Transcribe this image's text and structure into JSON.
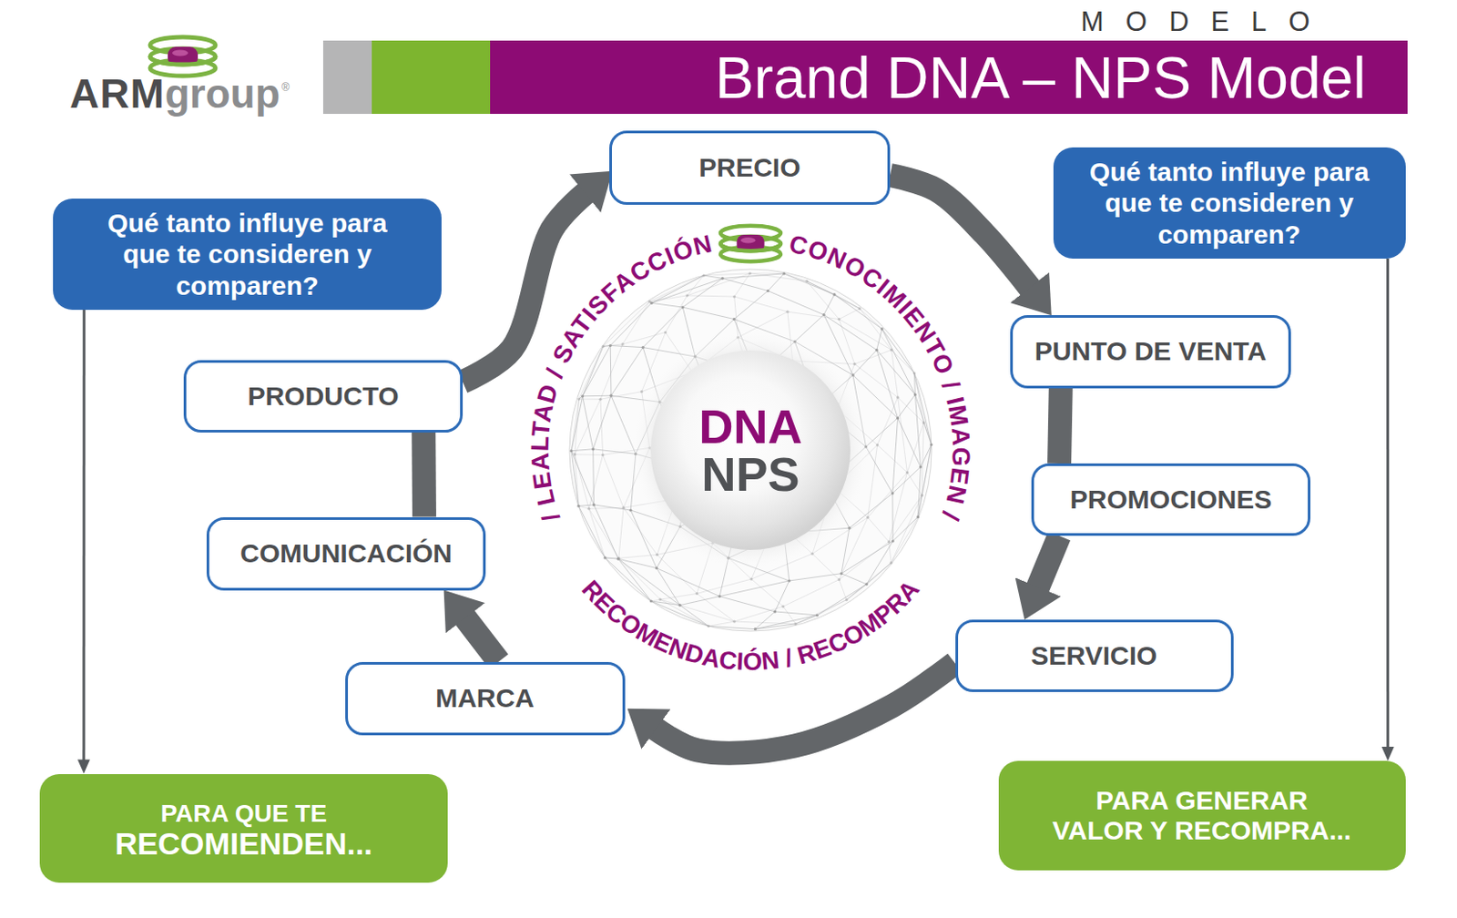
{
  "diagram": {
    "title": "Brand DNA – NPS Model",
    "nodes": [
      {
        "text": [
          "PRECIO"
        ]
      },
      {
        "text": [
          "Qué tanto influye para que te consideren y comparen?"
        ]
      },
      {
        "text": [
          "Qué tanto influye para que te consideren y comparen?"
        ]
      },
      {
        "text": [
          "PUNTO DE VENTA"
        ]
      },
      {
        "text": [
          "PRODUCTO"
        ]
      },
      {
        "text": [
          "DNA",
          "NPS"
        ]
      },
      {
        "text": [
          "PROMOCIONES"
        ]
      },
      {
        "text": [
          "COMUNICACIÓN"
        ]
      },
      {
        "text": [
          "SERVICIO"
        ]
      },
      {
        "text": [
          "MARCA"
        ]
      },
      {
        "text": [
          "PARA QUE TE RECOMIENDEN..."
        ]
      },
      {
        "text": [
          "PARA GENERAR VALOR Y RECOMPRA..."
        ]
      }
    ],
    "edges": [
      {
        "from": 0,
        "to": 3,
        "arrow": "to"
      },
      {
        "from": 3,
        "to": 6,
        "arrow": "none"
      },
      {
        "from": 6,
        "to": 8,
        "arrow": "to"
      },
      {
        "from": 8,
        "to": 9,
        "arrow": "to"
      },
      {
        "from": 9,
        "to": 7,
        "arrow": "to"
      },
      {
        "from": 7,
        "to": 4,
        "arrow": "none"
      },
      {
        "from": 4,
        "to": 0,
        "arrow": "to"
      },
      {
        "from": 1,
        "to": 10,
        "arrow": "to"
      },
      {
        "from": 2,
        "to": 11,
        "arrow": "to"
      }
    ],
    "labels": [
      "MODELO",
      "ARM",
      "group",
      "®",
      "/ LEALTAD / SATISFACCIÓN",
      "CONOCIMIENTO / IMAGEN /",
      "RECOMENDACIÓN / RECOMPRA"
    ]
  }
}
